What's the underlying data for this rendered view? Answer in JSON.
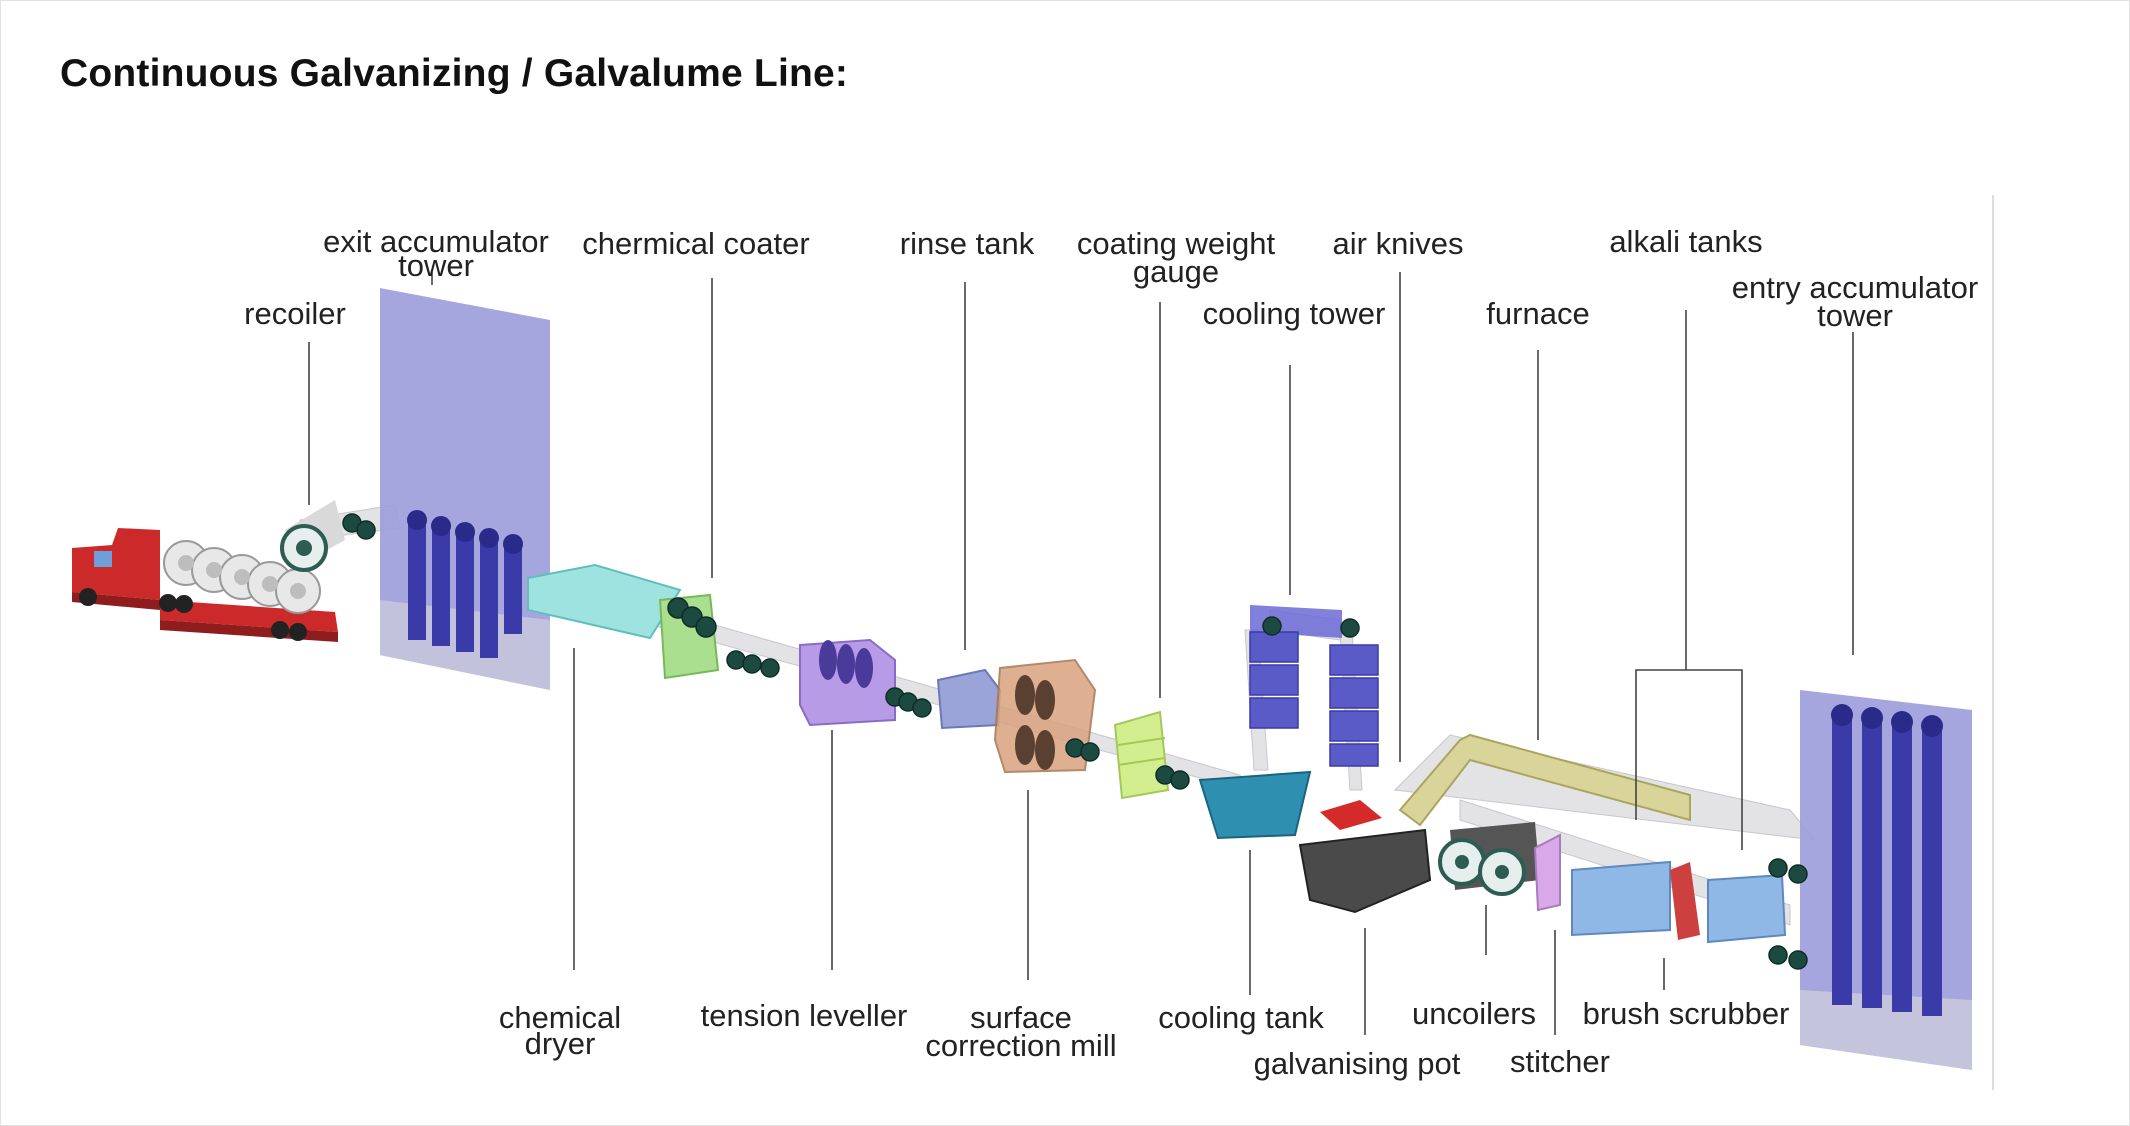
{
  "heading": "Continuous Galvanizing / Galvalume Line:",
  "labels": {
    "exit_accumulator_1": "exit accumulator",
    "exit_accumulator_2": "tower",
    "recoiler": "recoiler",
    "chemical_coater": "chermical coater",
    "rinse_tank": "rinse tank",
    "coating_weight_1": "coating weight",
    "coating_weight_2": "gauge",
    "cooling_tower": "cooling tower",
    "air_knives": "air knives",
    "furnace": "furnace",
    "alkali_tanks": "alkali tanks",
    "entry_accumulator_1": "entry accumulator",
    "entry_accumulator_2": "tower",
    "chemical_dryer_1": "chemical",
    "chemical_dryer_2": "dryer",
    "tension_leveller": "tension leveller",
    "surface_mill_1": "surface",
    "surface_mill_2": "correction mill",
    "cooling_tank": "cooling tank",
    "galvanising_pot": "galvanising pot",
    "uncoilers": "uncoilers",
    "stitcher": "stitcher",
    "brush_scrubber": "brush scrubber"
  },
  "colors": {
    "accumulator": "#8f8fd6",
    "accumulator_dark": "#3a3aa8",
    "dryer": "#9fe3e0",
    "coater": "#a9df8f",
    "leveller": "#b79be6",
    "rinse": "#9aa4d8",
    "mill": "#d9a27e",
    "gauge": "#d2ee8f",
    "cooling_tower": "#6b6bd6",
    "cooling_tank": "#2e8fb0",
    "furnace": "#d8d49a",
    "pot": "#4a4a4a",
    "scrubber_tank": "#8fb8e6",
    "stitcher": "#d9a8e8",
    "truck": "#cc2a2a",
    "air_knife": "#d42a2a"
  }
}
